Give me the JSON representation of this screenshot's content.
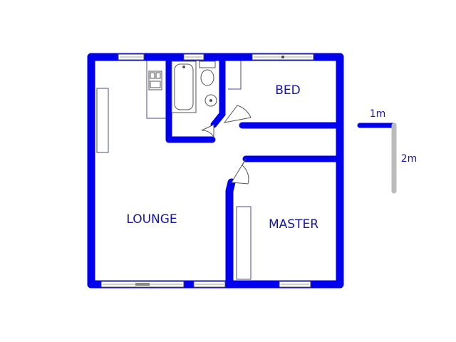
{
  "colors": {
    "wall": "#0000ee",
    "text": "#1414b4",
    "scale_bar_horizontal": "#0000ee",
    "scale_bar_vertical": "#bbbbbb"
  },
  "rooms": [
    {
      "id": "bed",
      "label": "BED"
    },
    {
      "id": "lounge",
      "label": "LOUNGE"
    },
    {
      "id": "master",
      "label": "MASTER"
    }
  ],
  "scale": {
    "horizontal_label": "1m",
    "vertical_label": "2m"
  },
  "icons": [
    "bathtub-icon",
    "toilet-icon",
    "basin-icon",
    "kitchen-sink-icon",
    "door-swing-icon",
    "window-icon"
  ]
}
